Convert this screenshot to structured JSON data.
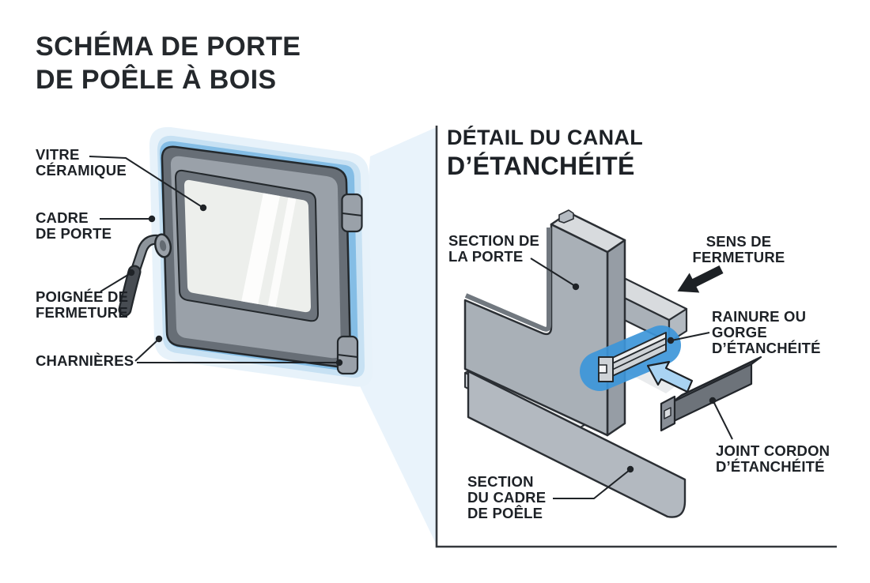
{
  "main": {
    "title": "SCHÉMA DE PORTE\nDE POÊLE À BOIS",
    "labels": {
      "vitre": "VITRE\nCÉRAMIQUE",
      "cadre": "CADRE\nDE PORTE",
      "poignee": "POIGNÉE DE\nFERMETURE",
      "charnieres": "CHARNIÈRES"
    }
  },
  "detail": {
    "title_line1": "DÉTAIL DU CANAL",
    "title_line2": "D’ÉTANCHÉITÉ",
    "labels": {
      "section_porte": "SECTION DE\nLA PORTE",
      "sens": "SENS DE\nFERMETURE",
      "rainure": "RAINURE OU\nGORGE\nD’ÉTANCHÉITÉ",
      "joint": "JOINT CORDON\nD’ÉTANCHÉITÉ",
      "section_cadre": "SECTION\nDU CADRE\nDE POÊLE"
    }
  },
  "colors": {
    "text": "#1d2126",
    "outline": "#2b2f34",
    "door_face": "#9aa1a9",
    "door_rim": "#676e76",
    "glass": "#edefec",
    "seal_blue": "#84bde5",
    "glow_blue": "#c7e1f3",
    "beam_blue": "#e9f3fb",
    "highlight_blue": "#3d96da",
    "arrow_blue": "#a9d3f2",
    "metal_light": "#d8dbde",
    "metal_mid": "#aab1b8",
    "metal_dark": "#969da5",
    "gasket_dark": "#6d737a"
  }
}
